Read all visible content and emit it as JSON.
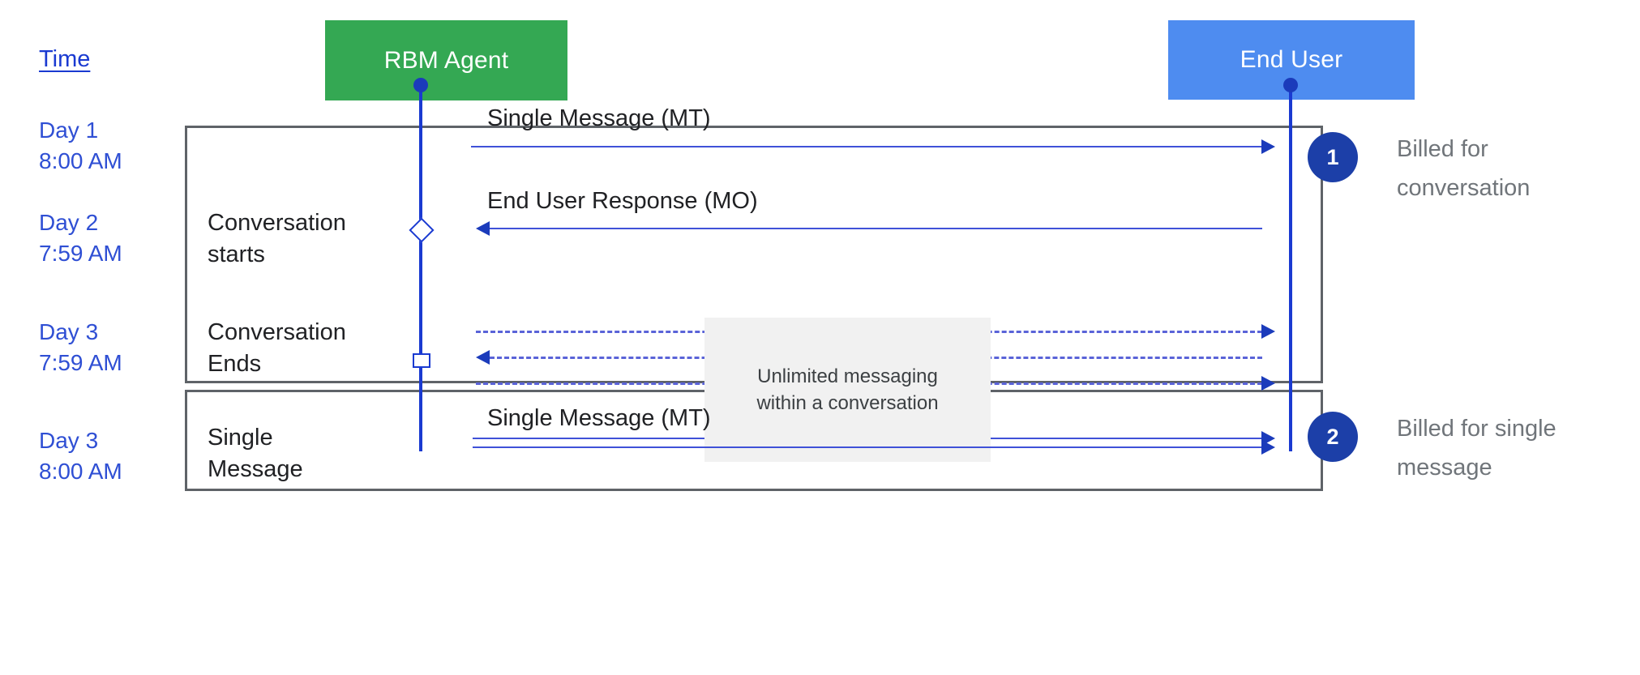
{
  "diagram": {
    "title": "RBM conversation billing sequence",
    "colors": {
      "agent_box": "#34a853",
      "user_box": "#4e8cf0",
      "lifeline": "#1a3ad1",
      "badge": "#1c3fa8",
      "note_bg": "#f1f1f1",
      "phase_border": "#5f6368",
      "time_text": "#2f4fd4",
      "billing_text": "#70757a"
    }
  },
  "time_column": {
    "header": "Time",
    "stamps": [
      {
        "id": "day1-8am",
        "text": "Day 1\n8:00 AM"
      },
      {
        "id": "day2-759am",
        "text": "Day 2\n7:59 AM"
      },
      {
        "id": "day3-759am",
        "text": "Day 3\n7:59 AM"
      },
      {
        "id": "day3-8am",
        "text": "Day 3\n8:00 AM"
      }
    ]
  },
  "actors": [
    {
      "id": "rbm-agent",
      "label": "RBM Agent"
    },
    {
      "id": "end-user",
      "label": "End User"
    }
  ],
  "phases": [
    {
      "id": "conversation",
      "labels": [
        {
          "id": "conversation-starts",
          "text": "Conversation\nstarts"
        },
        {
          "id": "conversation-ends",
          "text": "Conversation\nEnds"
        }
      ]
    },
    {
      "id": "single-message",
      "labels": [
        {
          "id": "single-message",
          "text": "Single\nMessage"
        }
      ]
    }
  ],
  "messages": [
    {
      "id": "msg-mt-1",
      "label": "Single Message (MT)",
      "direction": "agent-to-user",
      "style": "solid"
    },
    {
      "id": "msg-mo-1",
      "label": "End User Response (MO)",
      "direction": "user-to-agent",
      "style": "solid"
    },
    {
      "id": "msg-dashed-1",
      "label": "",
      "direction": "agent-to-user",
      "style": "dashed"
    },
    {
      "id": "msg-dashed-2",
      "label": "",
      "direction": "user-to-agent",
      "style": "dashed"
    },
    {
      "id": "msg-dashed-3",
      "label": "",
      "direction": "agent-to-user",
      "style": "dashed"
    },
    {
      "id": "msg-solid-last",
      "label": "",
      "direction": "agent-to-user",
      "style": "solid"
    },
    {
      "id": "msg-mt-2",
      "label": "Single Message (MT)",
      "direction": "agent-to-user",
      "style": "solid"
    }
  ],
  "note": {
    "text": "Unlimited messaging\nwithin a conversation"
  },
  "billing": [
    {
      "id": "billing-1",
      "badge": "1",
      "text": "Billed for\nconversation"
    },
    {
      "id": "billing-2",
      "badge": "2",
      "text": "Billed for single\nmessage"
    }
  ]
}
